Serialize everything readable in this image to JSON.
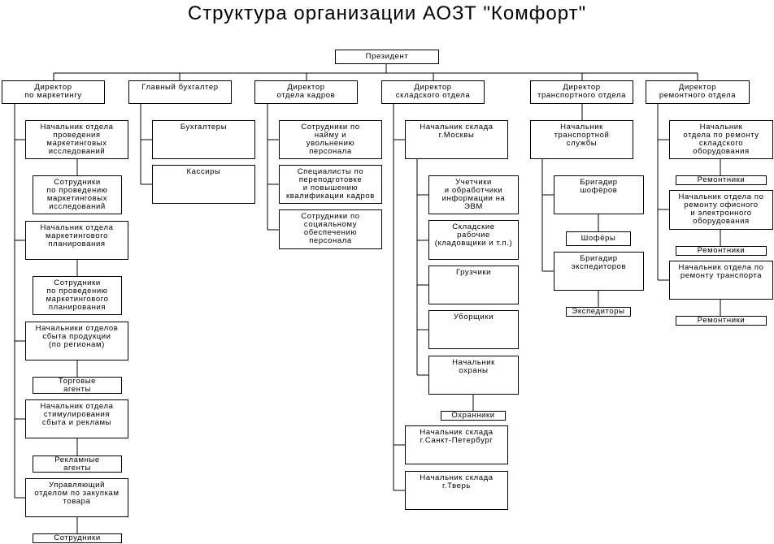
{
  "title": "Структура организации АОЗТ \"Комфорт\"",
  "president": "Президент",
  "marketing": {
    "head": "Директор\nпо  маркетингу",
    "items": [
      {
        "label": "Начальник отдела\nпроведения\nмаркетинговых\nисследований",
        "sub": "Сотрудники\nпо проведению\nмаркетинговых\nисследований"
      },
      {
        "label": "Начальник отдела\nмаркетингового\nпланирования",
        "sub": "Сотрудники\nпо проведению\nмаркетингового\nпланирования"
      },
      {
        "label": "Начальники отделов\nсбыта продукции\n(по регионам)",
        "sub": "Торговые\nагенты"
      },
      {
        "label": "Начальник отдела\nстимулирования\nсбыта и рекламы",
        "sub": "Рекламные\nагенты"
      },
      {
        "label": "Управляющий\nотделом по закупкам\nтовара",
        "sub": "Сотрудники"
      }
    ]
  },
  "accounting": {
    "head": "Главный бухгалтер",
    "items": [
      "Бухгалтеры",
      "Кассиры"
    ]
  },
  "hr": {
    "head": "Директор\nотдела кадров",
    "items": [
      "Сотрудники по\nнайму и\nувольнению\nперсонала",
      "Специалисты по\nпереподготовке\nи повышению\nквалификации  кадров",
      "Сотрудники по\nсоциальному\nобеспечению\nперсонала"
    ]
  },
  "warehouse": {
    "head": "Директор\nскладского отдела",
    "moscow": "Начальник склада\nг.Москвы",
    "moscow_items": [
      "Учетчики\nи обработчики\nинформации на\nЭВМ",
      "Складские\nрабочие\n(кладовщики и т.п.)",
      "Грузчики",
      "Уборщики",
      "Начальник\nохраны"
    ],
    "guards": "Охранники",
    "spb": "Начальник склада\nг.Санкт-Петербург",
    "tver": "Начальник склада\nг.Тверь"
  },
  "transport": {
    "head": "Директор\nтранспортного отдела",
    "chief": "Начальник\nтранспортной\nслужбы",
    "drivers_lead": "Бригадир\nшофёров",
    "drivers": "Шофёры",
    "forwarders_lead": "Бригадир\nэкспедиторов",
    "forwarders": "Экспедиторы"
  },
  "repair": {
    "head": "Директор\nремонтного отдела",
    "items": [
      {
        "label": "Начальник\nотдела по ремонту\nскладского\nоборудования",
        "sub": "Ремонтники"
      },
      {
        "label": "Начальник отдела по\nремонту офисного\nи  электронного\nоборудования",
        "sub": "Ремонтники"
      },
      {
        "label": "Начальник отдела по\nремонту транспорта",
        "sub": "Ремонтники"
      }
    ]
  }
}
